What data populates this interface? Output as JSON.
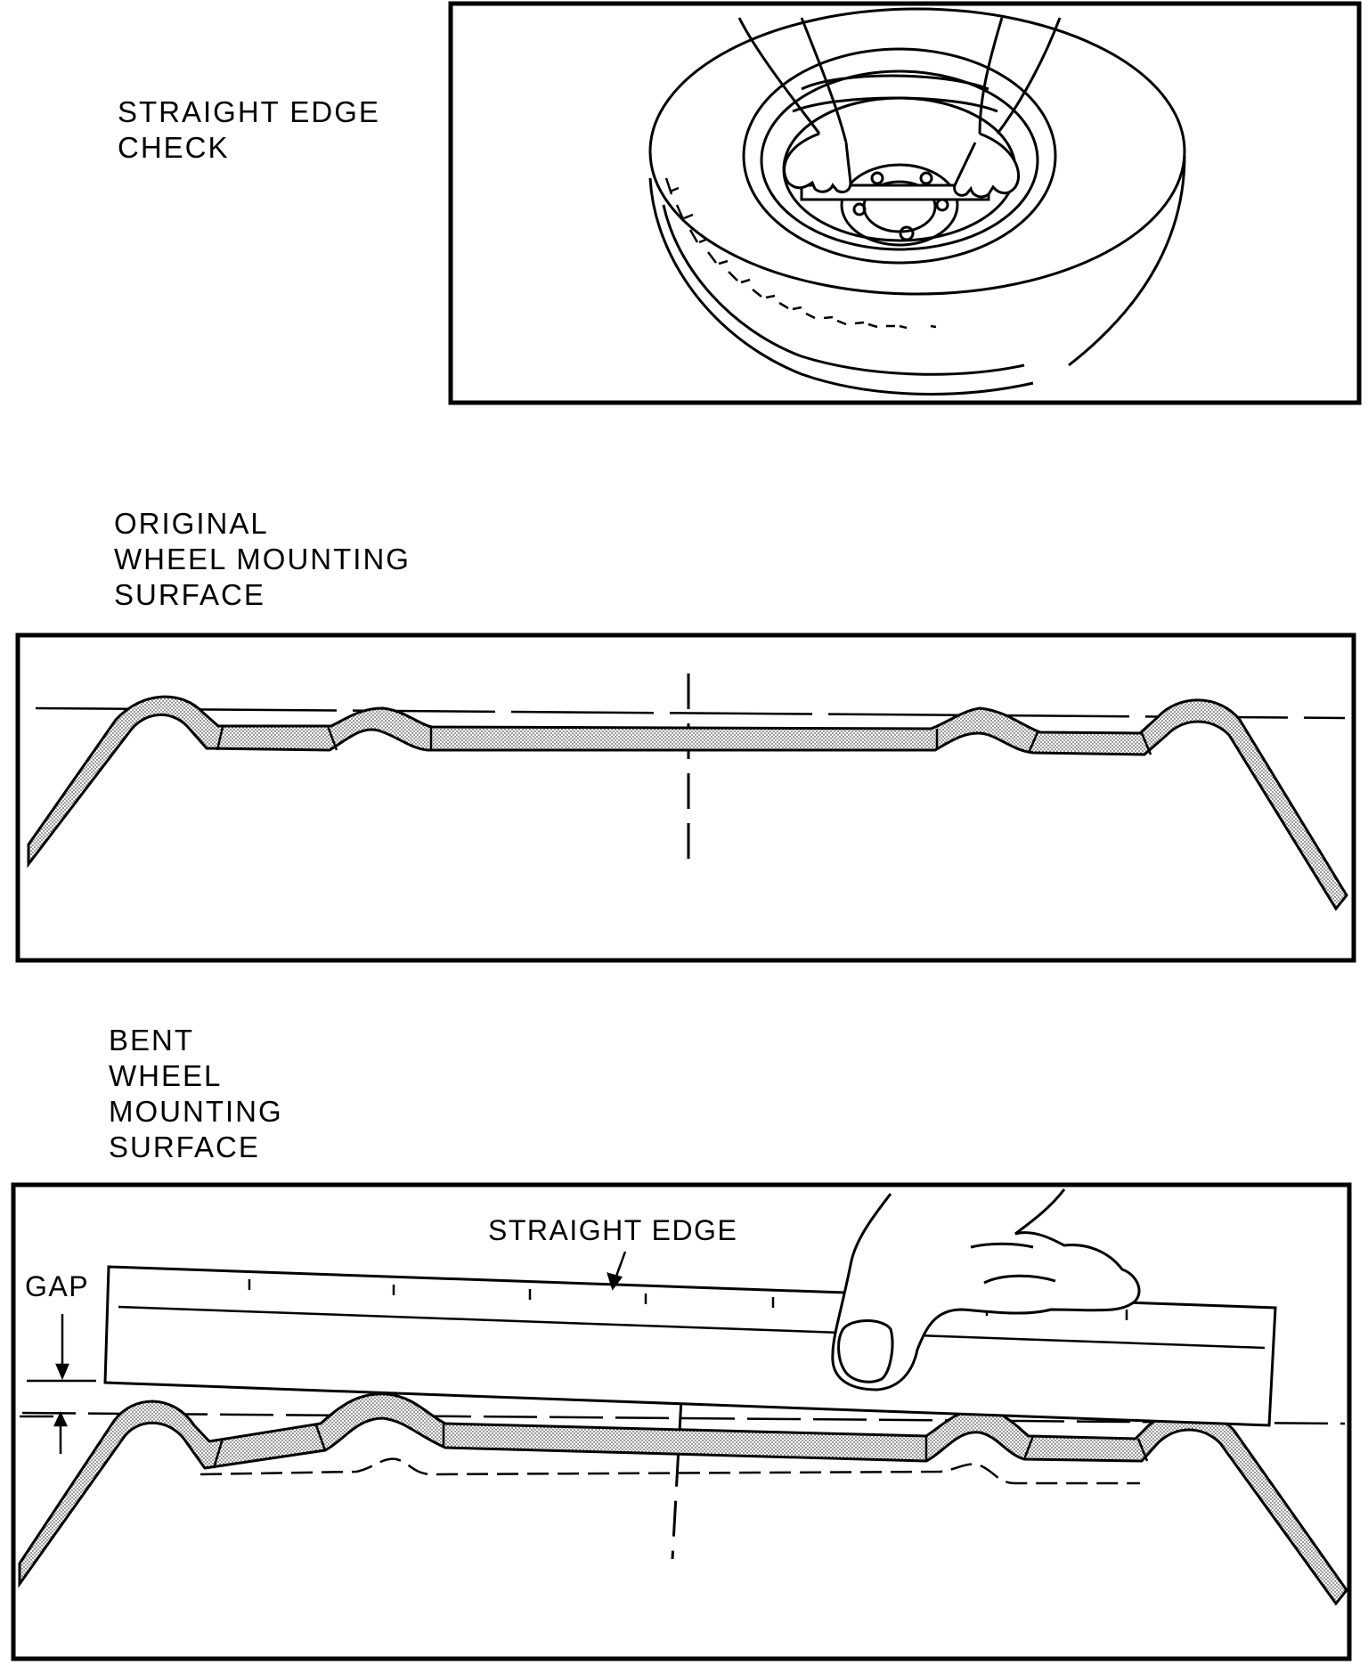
{
  "panels": {
    "straight_edge_check": {
      "caption_lines": [
        "STRAIGHT EDGE",
        "CHECK"
      ]
    },
    "original_surface": {
      "caption_lines": [
        "ORIGINAL",
        "WHEEL MOUNTING",
        "SURFACE"
      ]
    },
    "bent_surface": {
      "caption_lines": [
        "BENT",
        "WHEEL",
        "MOUNTING",
        "SURFACE"
      ],
      "labels": {
        "straight_edge": "STRAIGHT EDGE",
        "gap": "GAP"
      }
    }
  },
  "colors": {
    "line": "#000000",
    "metal_fill": "#c8c8c8",
    "background": "#ffffff"
  }
}
